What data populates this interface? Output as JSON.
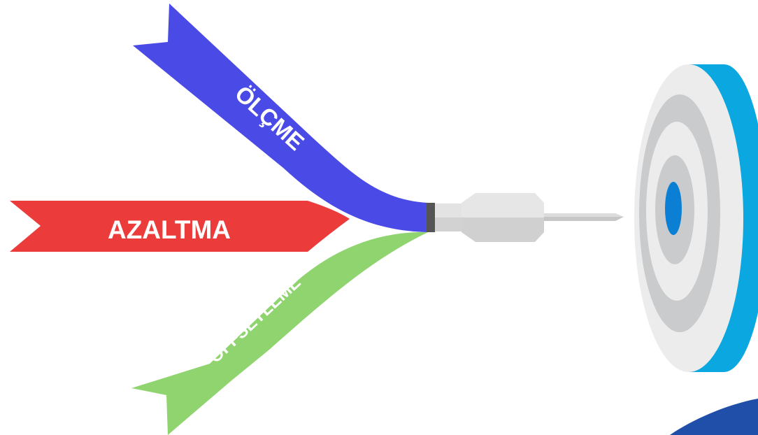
{
  "ribbons": {
    "top": {
      "label": "ÖLÇME",
      "color": "#4a4ae6"
    },
    "middle": {
      "label": "AZALTMA",
      "color": "#ec3b3b"
    },
    "bottom": {
      "label": "OFFSETLEME",
      "color": "#8fd46e"
    }
  },
  "colors": {
    "dart_body": "#e3e3e3",
    "dart_shadow": "#c8c8c8",
    "dart_collar": "#555555",
    "target_side": "#0aa7e0",
    "target_ring_light": "#ececec",
    "target_ring_dark": "#c9cbcc",
    "target_bullseye": "#0a7fd4",
    "corner_shape": "#1f4fa8"
  },
  "icons": {
    "dart": "dart-icon",
    "target": "target-icon"
  }
}
